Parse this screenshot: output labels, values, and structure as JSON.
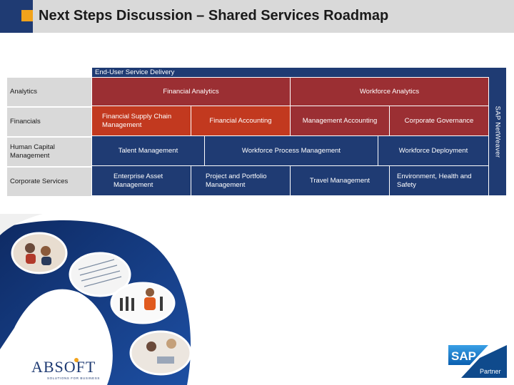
{
  "title": "Next Steps Discussion – Shared Services Roadmap",
  "band_label": "End-User Service Delivery",
  "sidebar_label": "SAP NetWeaver",
  "rows": {
    "analytics": "Analytics",
    "financials": "Financials",
    "hcm": "Human Capital Management",
    "corporate": "Corporate Services"
  },
  "cells": {
    "financial_analytics": "Financial Analytics",
    "workforce_analytics": "Workforce Analytics",
    "financial_supply_chain": "Financial Supply Chain Management",
    "financial_accounting": "Financial Accounting",
    "management_accounting": "Management Accounting",
    "corporate_governance": "Corporate Governance",
    "talent_management": "Talent Management",
    "workforce_process": "Workforce Process Management",
    "workforce_deployment": "Workforce Deployment",
    "enterprise_asset": "Enterprise Asset Management",
    "project_portfolio": "Project and Portfolio Management",
    "travel_management": "Travel Management",
    "environment_health": "Environment, Health and Safety"
  },
  "logos": {
    "company": "ABSOFT",
    "company_tagline": "SOLUTIONS FOR BUSINESS",
    "sap": "SAP",
    "sap_partner": "Partner"
  },
  "colors": {
    "navy": "#1f3b73",
    "dark_red": "#9b2f33",
    "red_orange": "#c2391f",
    "orange_accent": "#f2a31b",
    "label_gray": "#d9d9d9"
  }
}
